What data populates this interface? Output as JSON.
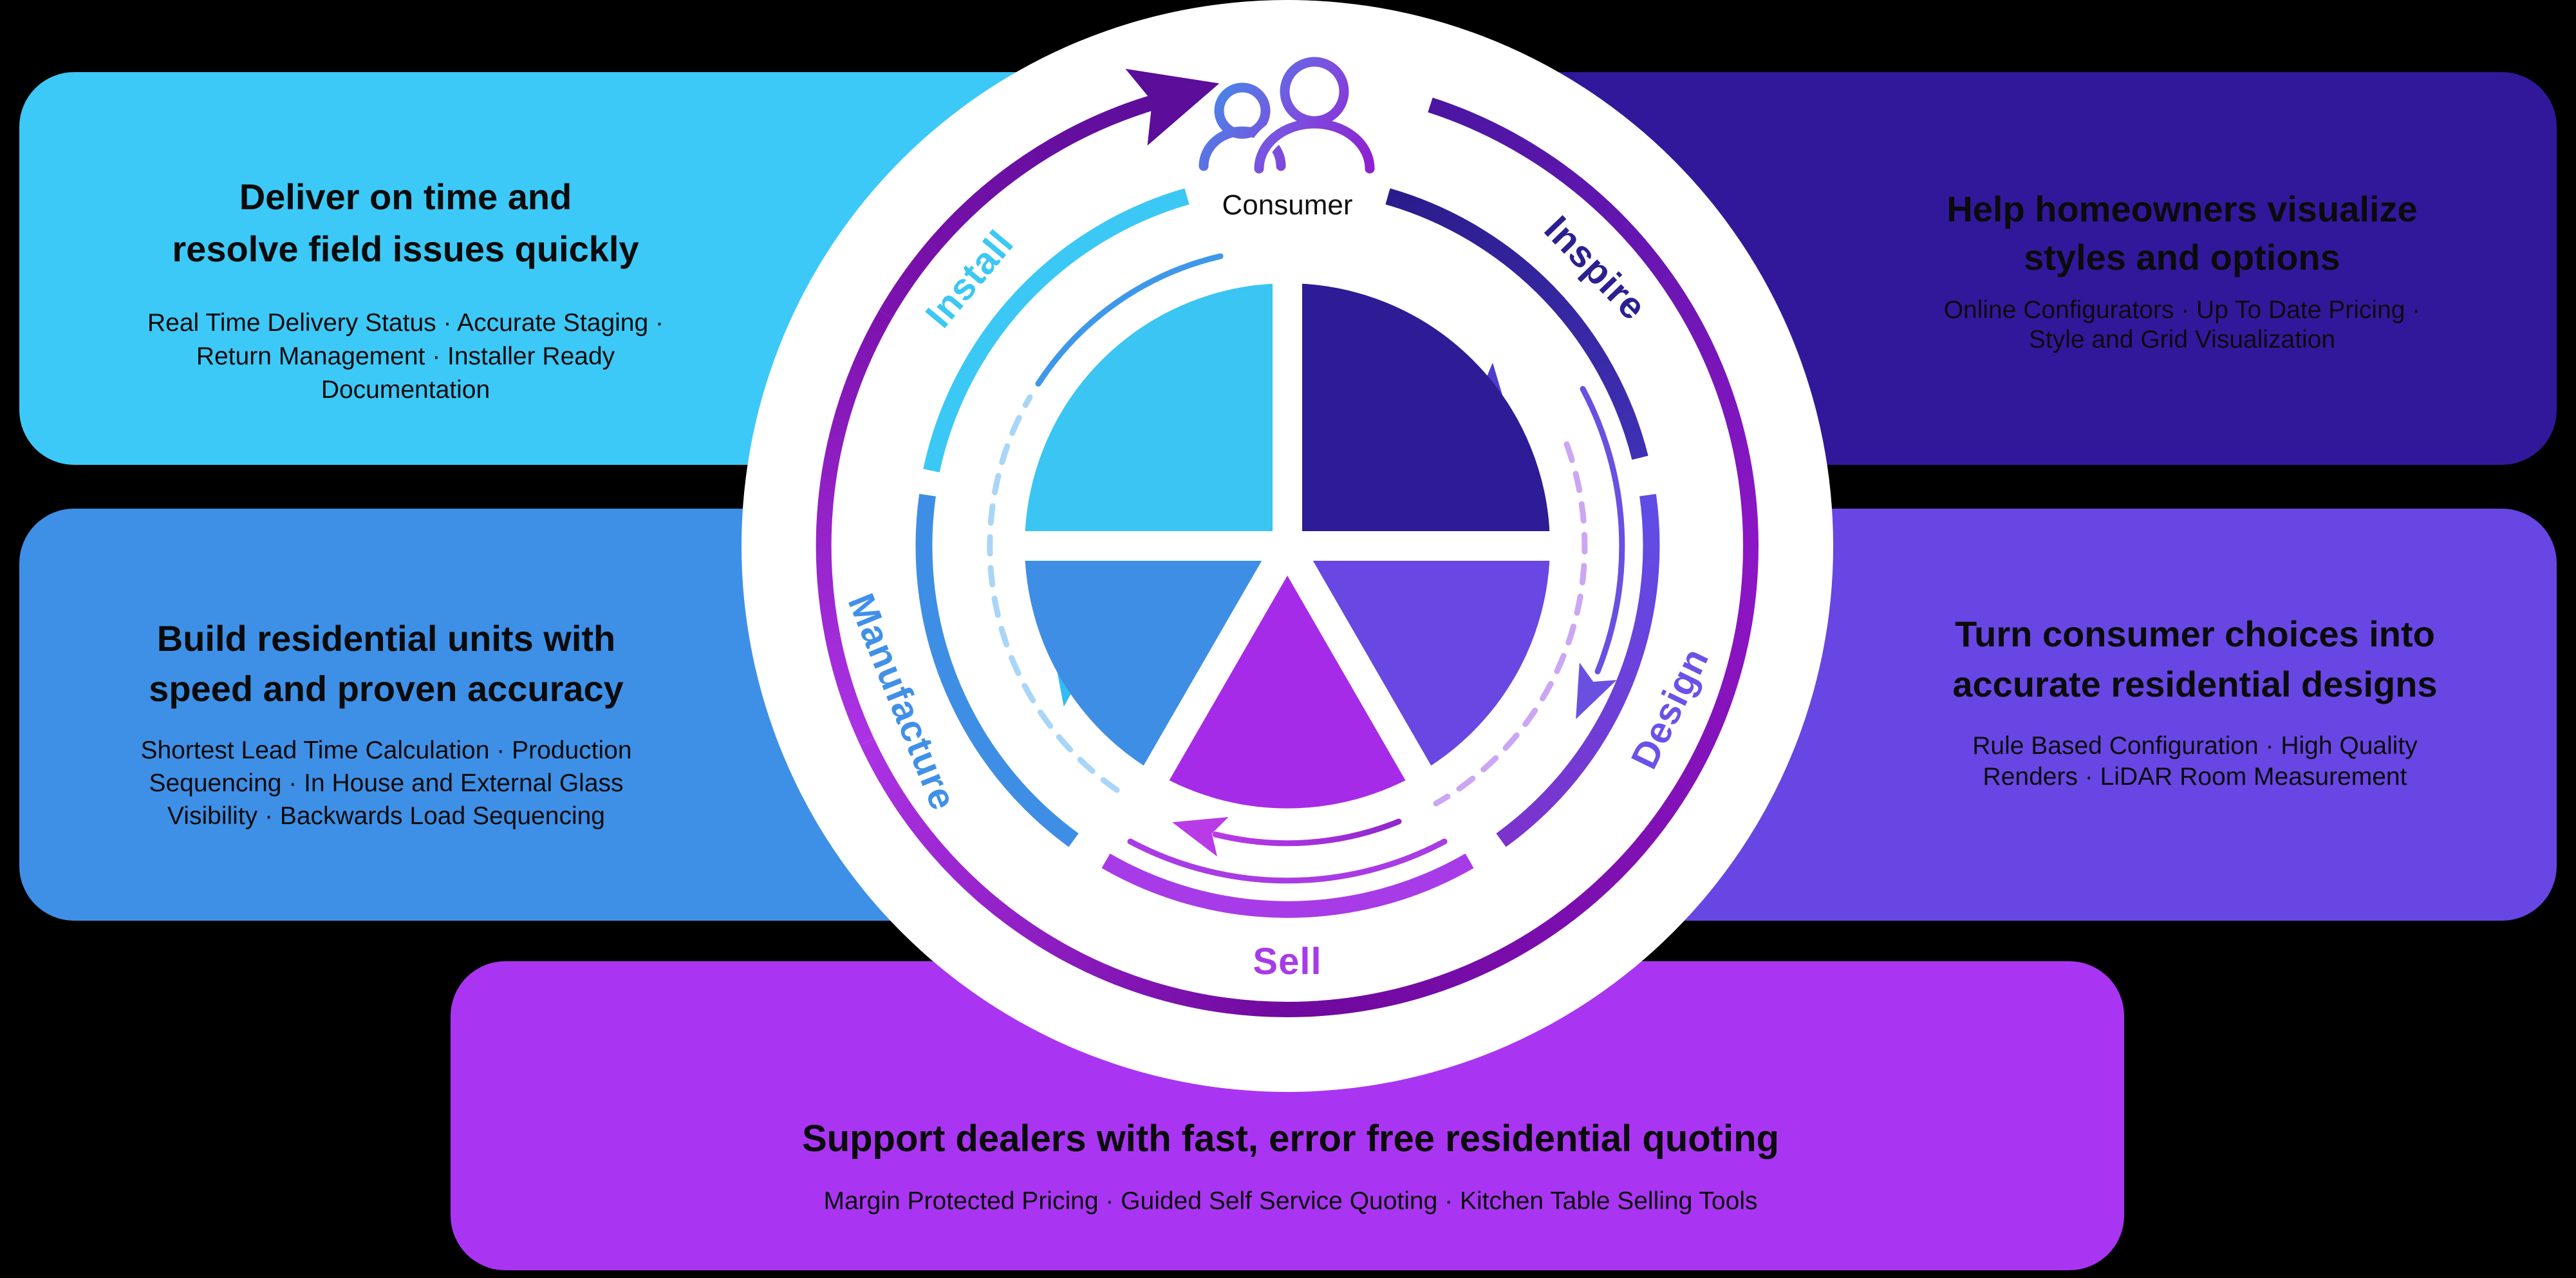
{
  "background_color": "#000000",
  "wheel": {
    "consumer_label": "Consumer",
    "people_icon": "people-icon",
    "direction": "clockwise",
    "phases": [
      {
        "label": "Install",
        "color": "#3BC8F5"
      },
      {
        "label": "Inspire",
        "color": "#2C2090"
      },
      {
        "label": "Design",
        "color": "#6A52E8"
      },
      {
        "label": "Sell",
        "color": "#A83BE8"
      },
      {
        "label": "Manufacture",
        "color": "#4190E8"
      }
    ],
    "slice_colors": [
      "#3AC5F2",
      "#2E1B96",
      "#6847E2",
      "#A62BE8",
      "#3E8EE5"
    ]
  },
  "boxes": {
    "top_left": {
      "color": "#3CC9F7",
      "title_lines": [
        "Deliver on time and",
        "resolve field issues quickly"
      ],
      "body_lines": [
        "Real Time Delivery Status  ·  Accurate Staging  ·",
        "Return Management  ·  Installer Ready",
        "Documentation"
      ]
    },
    "top_right": {
      "color": "#31189B",
      "title_lines": [
        "Help homeowners visualize",
        "styles and options"
      ],
      "body_lines": [
        "Online Configurators  ·  Up To Date Pricing  ·",
        "Style and Grid Visualization"
      ]
    },
    "middle_left": {
      "color": "#3E90E6",
      "title_lines": [
        "Build residential units with",
        "speed and proven accuracy"
      ],
      "body_lines": [
        "Shortest Lead Time Calculation  ·  Production",
        "Sequencing  ·  In House and External Glass",
        "Visibility  ·  Backwards Load Sequencing"
      ]
    },
    "middle_right": {
      "color": "#6846E3",
      "title_lines": [
        "Turn consumer choices into",
        "accurate residential designs"
      ],
      "body_lines": [
        "Rule Based Configuration  ·  High Quality",
        "Renders  ·  LiDAR Room Measurement"
      ]
    },
    "bottom": {
      "color": "#A935F2",
      "title_lines": [
        "Support dealers with fast, error free residential quoting"
      ],
      "body_lines": [
        "Margin Protected Pricing  ·  Guided Self Service Quoting  ·  Kitchen Table Selling Tools"
      ]
    }
  }
}
